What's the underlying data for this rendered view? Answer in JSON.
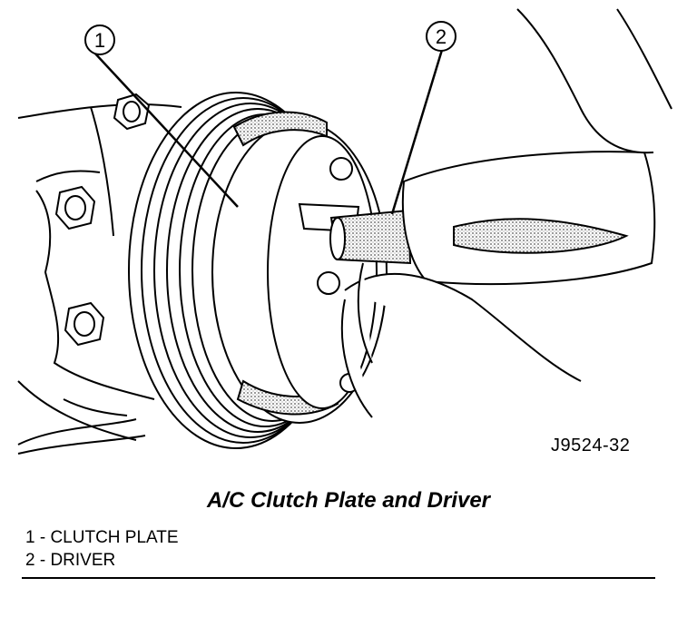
{
  "figure": {
    "id": "J9524-32",
    "caption": "A/C Clutch Plate and Driver"
  },
  "callouts": [
    {
      "number": "1",
      "label": "1 - CLUTCH PLATE"
    },
    {
      "number": "2",
      "label": "2 - DRIVER"
    }
  ]
}
